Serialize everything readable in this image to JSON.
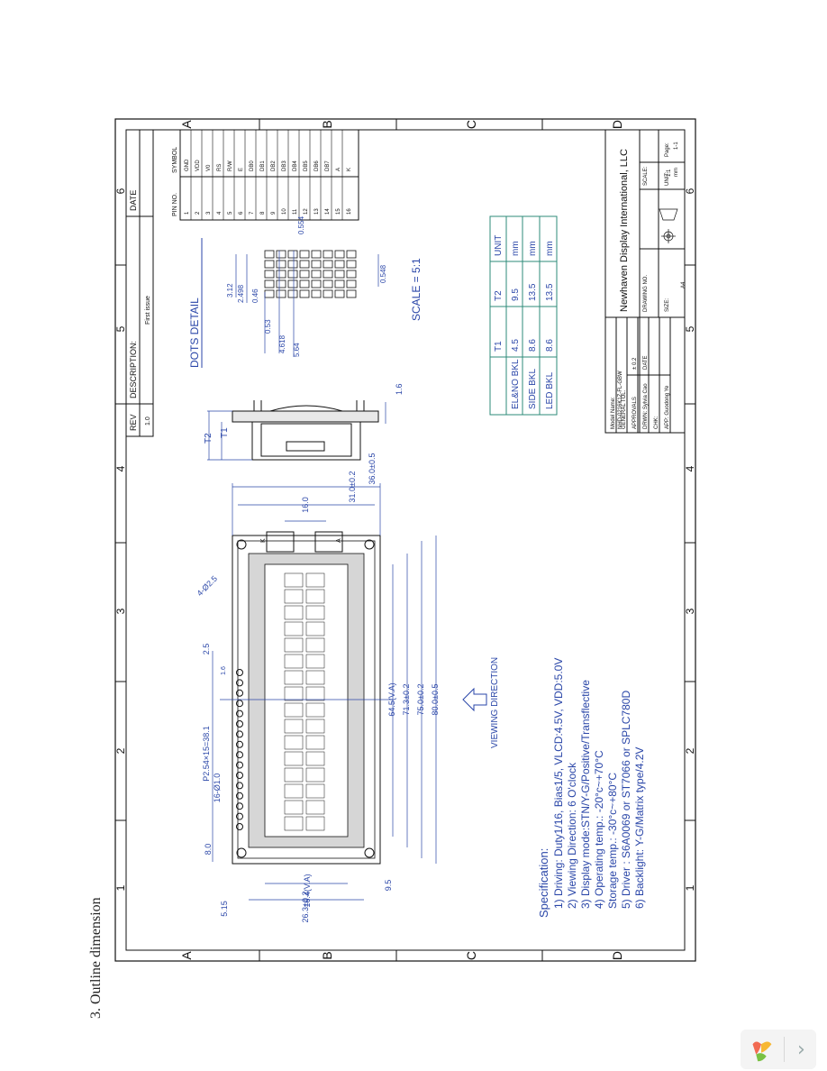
{
  "caption": "3. Outline dimension",
  "grid": {
    "letters": [
      "A",
      "B",
      "C",
      "D"
    ],
    "numbers": [
      "1",
      "2",
      "3",
      "4",
      "5",
      "6"
    ]
  },
  "revision": {
    "rev_header": "REV",
    "desc_header": "DESCRIPTION:",
    "date_header": "DATE",
    "rev_value": "1.0",
    "desc_value": "First issue"
  },
  "pin_table": {
    "headers": [
      "PIN NO.",
      "SYMBOL"
    ],
    "rows": [
      [
        "1",
        "GND"
      ],
      [
        "2",
        "VDD"
      ],
      [
        "3",
        "V0"
      ],
      [
        "4",
        "RS"
      ],
      [
        "5",
        "R/W"
      ],
      [
        "6",
        "E"
      ],
      [
        "7",
        "DB0"
      ],
      [
        "8",
        "DB1"
      ],
      [
        "9",
        "DB2"
      ],
      [
        "10",
        "DB3"
      ],
      [
        "11",
        "DB4"
      ],
      [
        "12",
        "DB5"
      ],
      [
        "13",
        "DB6"
      ],
      [
        "14",
        "DB7"
      ],
      [
        "15",
        "A"
      ],
      [
        "16",
        "K"
      ]
    ]
  },
  "dots_detail": {
    "title": "DOTS DETAIL",
    "scale": "SCALE = 5:1",
    "dims": [
      "0.554",
      "3.12",
      "2.498",
      "0.46",
      "0.548",
      "0.53",
      "4.618",
      "5.64"
    ]
  },
  "thickness_table": {
    "headers": [
      "",
      "T1",
      "T2",
      "UNIT"
    ],
    "rows": [
      [
        "EL&NO BKL",
        "4.5",
        "9.5",
        "mm"
      ],
      [
        "SIDE BKL",
        "8.6",
        "13.5",
        "mm"
      ],
      [
        "LED BKL",
        "8.6",
        "13.5",
        "mm"
      ]
    ]
  },
  "side_view": {
    "t2": "T2",
    "t1": "T1",
    "pitch": "1.6"
  },
  "front_view": {
    "dims_top": [
      "36.0±0.5",
      "31.0±0.2",
      "16.0"
    ],
    "dims_right": [
      "64.5(V.A)",
      "71.3±0.2",
      "75.0±0.2",
      "80.0±0.5"
    ],
    "dims_bottom": [
      "16.4(V.A)",
      "26.3±0.2",
      "5.15",
      "9.5"
    ],
    "dims_left": [
      "2.5",
      "P2.54×15=38.1",
      "16-Ø1.0",
      "8.0",
      "1.6"
    ],
    "hole": "4-Ø2.5",
    "pin_labels": [
      "K",
      "A"
    ]
  },
  "viewing_direction": "VIEWING DIRECTION",
  "specification": {
    "title": "Specification:",
    "items": [
      "1)  Driving: Duty1/16, Bias1/5, VLCD:4.5V, VDD:5.0V",
      "2)  Viewing Direction: 6 O'clock",
      "3)  Display mode:STN/Y-G/Positive/Transflective",
      "4)  Operating temp.: -20°c~+70°C",
      "    Storage temp.: -30°c~+80°C",
      "5)  Driver : S6A0069 or ST7066 or SPLC780D",
      "6)  Backlight: Y-G/Matrix type/4.2V"
    ]
  },
  "title_block": {
    "company": "Newhaven Display International, LLC",
    "model_label": "Model Name:",
    "model_value": "NHD-0216K1Z-FL-GBW",
    "tolerance_label": "GENERAL TOL.",
    "tolerance_value": "± 0.2",
    "approvals": "APPROVALS",
    "date": "DATE",
    "drawn_label": "DRWN: Sylvia Cao",
    "chk_label": "CHK:",
    "app_label": "APP: Guodong Ye",
    "drawing_no": "DRAWING NO.",
    "scale_label": "SCALE:",
    "scale_value": "1:1",
    "size_label": "SIZE:",
    "size_value": "A4",
    "unit_label": "UNIT:",
    "unit_value": "mm",
    "page_label": "Page:",
    "page_value": "1-1"
  },
  "colors": {
    "ink": "#111111",
    "dimension": "#2a46a8",
    "lcd": "#d6d6d6",
    "teal": "#2e8b78"
  }
}
